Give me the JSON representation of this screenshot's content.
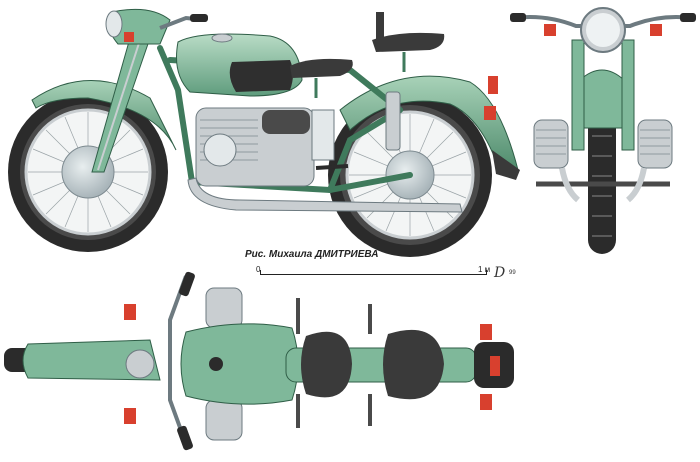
{
  "caption": {
    "text": "Рис. Михаила ДМИТРИЕВА"
  },
  "scale": {
    "start_label": "0",
    "end_label": "1 м",
    "signature_year": "99"
  },
  "palette": {
    "body_green": "#7fb89a",
    "dark_green": "#3f7a5c",
    "light_green": "#b9dcc6",
    "tire": "#2b2b2b",
    "chrome": "#c9ced1",
    "seat": "#3a3a3a",
    "lamp_red": "#d8402e"
  }
}
